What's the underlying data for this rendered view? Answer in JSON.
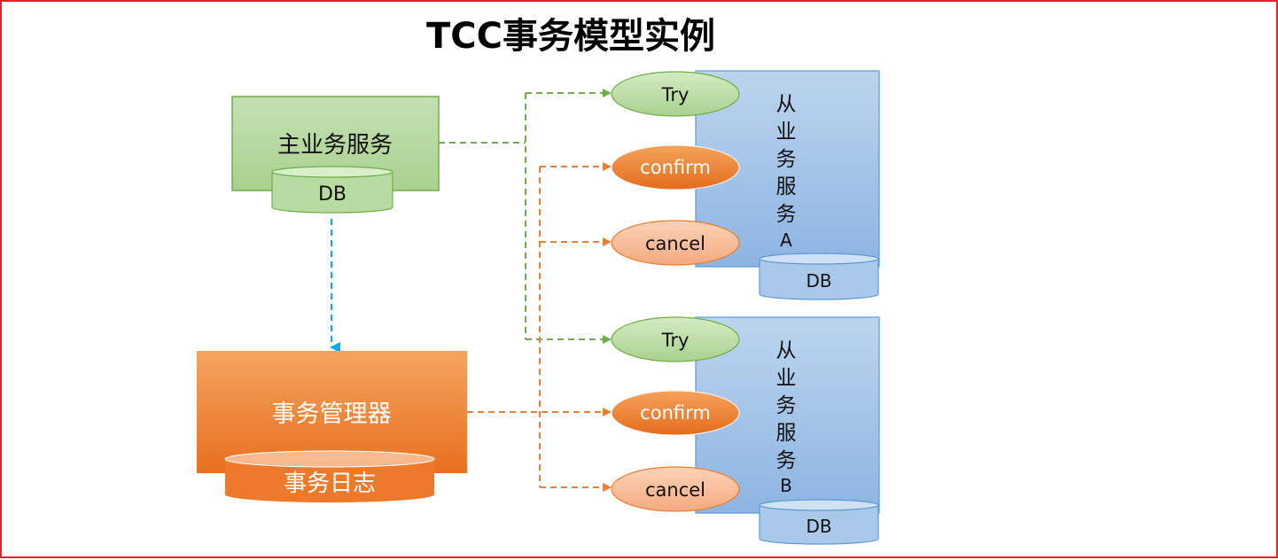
{
  "title": "TCC事务模型实例",
  "main_service": {
    "label": "主业务服务",
    "db_label": "DB"
  },
  "transaction_manager": {
    "label": "事务管理器",
    "log_label": "事务日志"
  },
  "sub_services": [
    {
      "label_chars": [
        "从",
        "业",
        "务",
        "服",
        "务",
        "A"
      ],
      "db_label": "DB",
      "ops": {
        "try": "Try",
        "confirm": "confirm",
        "cancel": "cancel"
      }
    },
    {
      "label_chars": [
        "从",
        "业",
        "务",
        "服",
        "务",
        "B"
      ],
      "db_label": "DB",
      "ops": {
        "try": "Try",
        "confirm": "confirm",
        "cancel": "cancel"
      }
    }
  ],
  "colors": {
    "frame": "#e0262c",
    "green_box": "#a9d18e",
    "green_border": "#70ad47",
    "green_line": "#70ad47",
    "orange_dark": "#ed7d31",
    "orange_light": "#f4b183",
    "orange_line": "#ed7d31",
    "blue_box": "#9dc3e6",
    "blue_border": "#5b9bd5",
    "cyan_line": "#00b0f0"
  }
}
